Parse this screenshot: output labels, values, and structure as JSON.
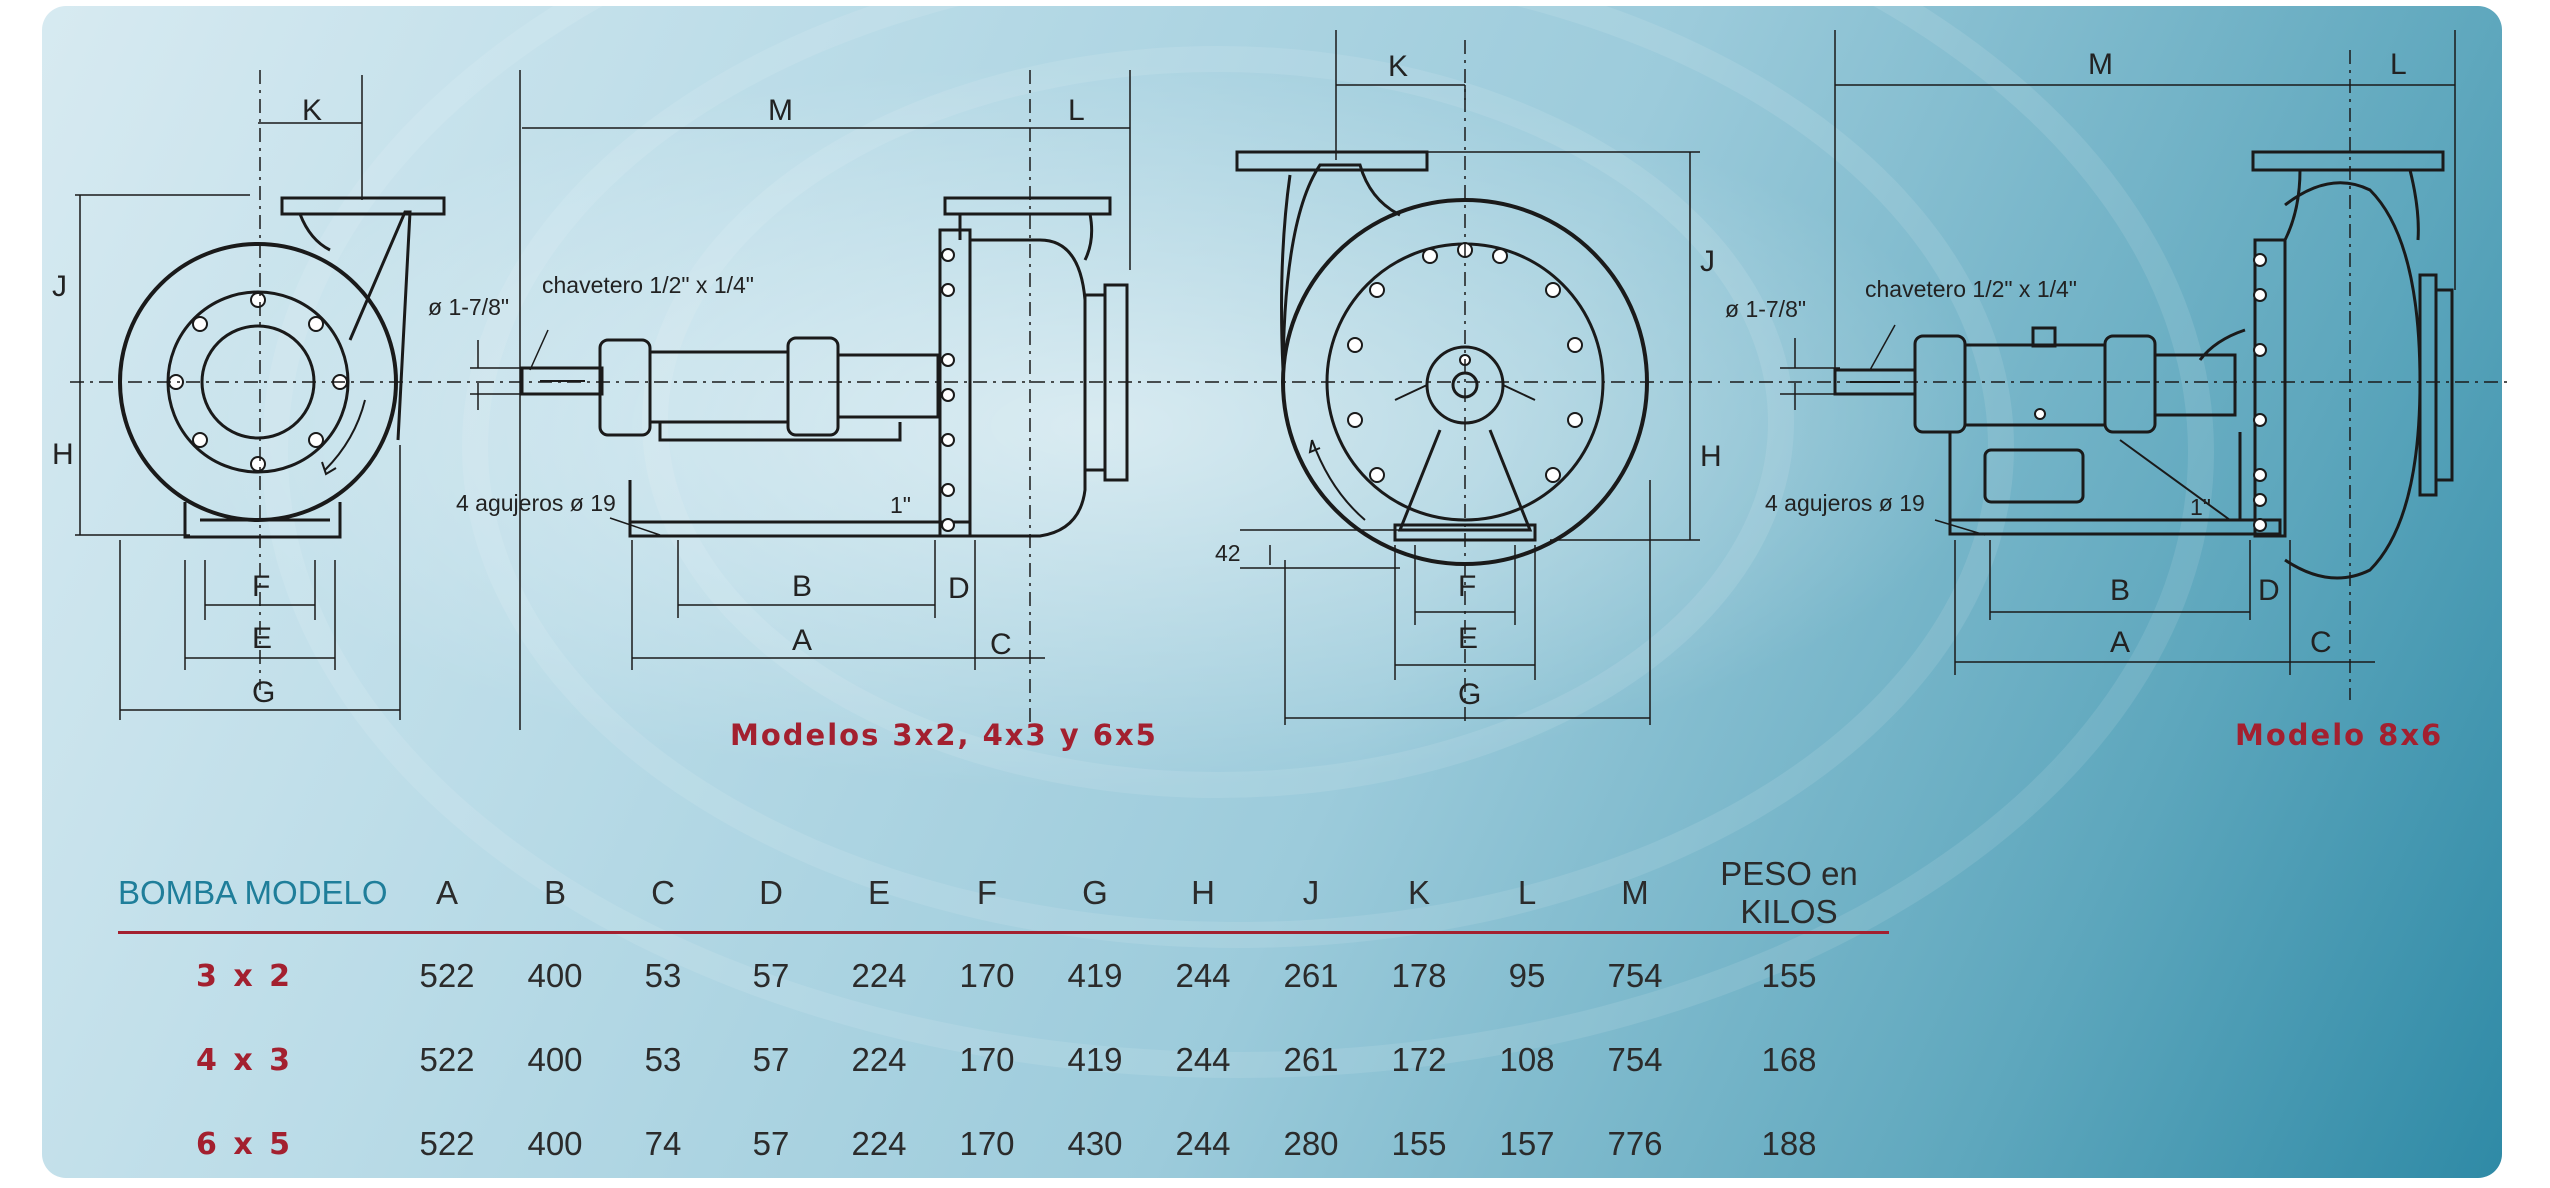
{
  "captions": {
    "models_small": "Modelos 3x2, 4x3 y 6x5",
    "model_large": "Modelo 8x6"
  },
  "labels": {
    "shaft_diameter": "ø 1-7/8\"",
    "keyway": "chavetero 1/2\" x 1/4\"",
    "holes": "4 agujeros ø 19",
    "one_inch": "1\"",
    "base_height": "42"
  },
  "dimension_letters": {
    "A": "A",
    "B": "B",
    "C": "C",
    "D": "D",
    "E": "E",
    "F": "F",
    "G": "G",
    "H": "H",
    "J": "J",
    "K": "K",
    "L": "L",
    "M": "M"
  },
  "table": {
    "headers": [
      "BOMBA MODELO",
      "A",
      "B",
      "C",
      "D",
      "E",
      "F",
      "G",
      "H",
      "J",
      "K",
      "L",
      "M",
      "PESO en KILOS"
    ],
    "rows": [
      [
        "3 x 2",
        "522",
        "400",
        "53",
        "57",
        "224",
        "170",
        "419",
        "244",
        "261",
        "178",
        "95",
        "754",
        "155"
      ],
      [
        "4 x 3",
        "522",
        "400",
        "53",
        "57",
        "224",
        "170",
        "419",
        "244",
        "261",
        "172",
        "108",
        "754",
        "168"
      ],
      [
        "6 x 5",
        "522",
        "400",
        "74",
        "57",
        "224",
        "170",
        "430",
        "244",
        "280",
        "155",
        "157",
        "776",
        "188"
      ]
    ]
  },
  "colors": {
    "accent_red": "#a3202f",
    "header_teal": "#1f7e9a",
    "line": "#1a1a1a"
  }
}
